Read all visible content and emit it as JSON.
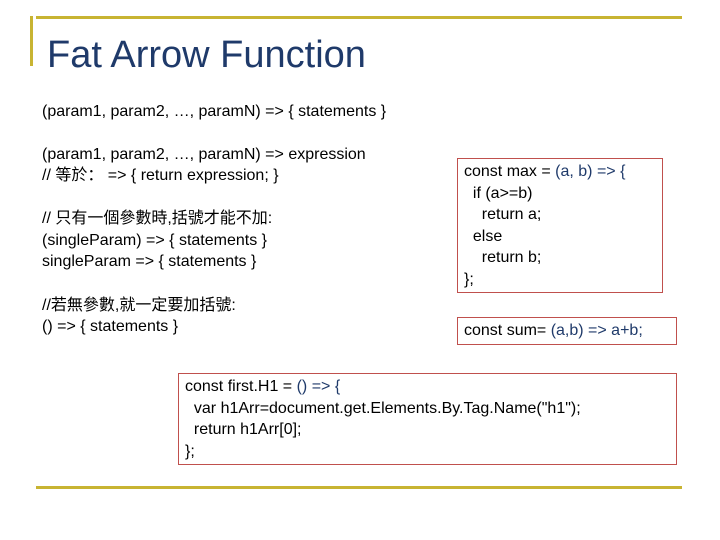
{
  "title": "Fat Arrow Function",
  "syntax_line": "(param1, param2, …, paramN) => { statements }",
  "expr_block": {
    "line1": "(param1, param2, …, paramN) => expression",
    "line2": "// 等於： => { return expression; }"
  },
  "single_block": {
    "line1": "// 只有一個參數時,括號才能不加:",
    "line2": "(singleParam) => { statements }",
    "line3": "singleParam => { statements }"
  },
  "none_block": {
    "line1": "//若無參數,就一定要加括號:",
    "line2": "() => { statements }"
  },
  "max_box": {
    "l1a": "const max = ",
    "l1b": "(a, b) => {",
    "l2": "  if (a>=b)",
    "l3": "    return a;",
    "l4": "  else",
    "l5": "    return b;",
    "l6": "};"
  },
  "sum_box": {
    "a": "const sum= ",
    "b": "(a,b) => a+b;"
  },
  "first_box": {
    "l1a": "const first.H1 = ",
    "l1b": "() => {",
    "l2": "  var h1Arr=document.get.Elements.By.Tag.Name(\"h1\");",
    "l3": "  return h1Arr[0];",
    "l4": "};"
  },
  "colors": {
    "accent": "#c8b432",
    "title": "#1f3a6a",
    "border": "#c0504d"
  }
}
